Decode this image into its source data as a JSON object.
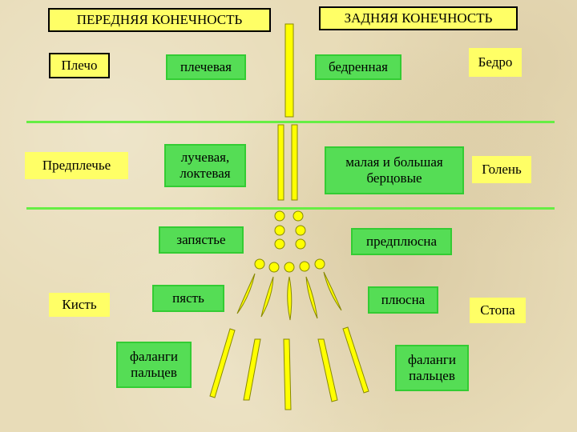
{
  "headers": {
    "front": "ПЕРЕДНЯЯ КОНЕЧНОСТЬ",
    "hind": "ЗАДНЯЯ КОНЕЧНОСТЬ"
  },
  "rows": {
    "upper": {
      "front_section": "Плечо",
      "front_bone": "плечевая",
      "hind_bone": "бедренная",
      "hind_section": "Бедро"
    },
    "middle": {
      "front_section": "Предплечье",
      "front_bone": "лучевая,\nлоктевая",
      "hind_bone": "малая и большая\nберцовые",
      "hind_section": "Голень"
    },
    "lower": {
      "front_section": "Кисть",
      "front_carpus": "запястье",
      "front_metacarpus": "пясть",
      "front_phalanges": "фаланги\nпальцев",
      "hind_tarsus": "предплюсна",
      "hind_metatarsus": "плюсна",
      "hind_phalanges": "фаланги\nпальцев",
      "hind_section": "Стопа"
    }
  },
  "colors": {
    "box_fill": "#ffff66",
    "green_fill": "#55dd55",
    "divider": "#66ee44"
  }
}
